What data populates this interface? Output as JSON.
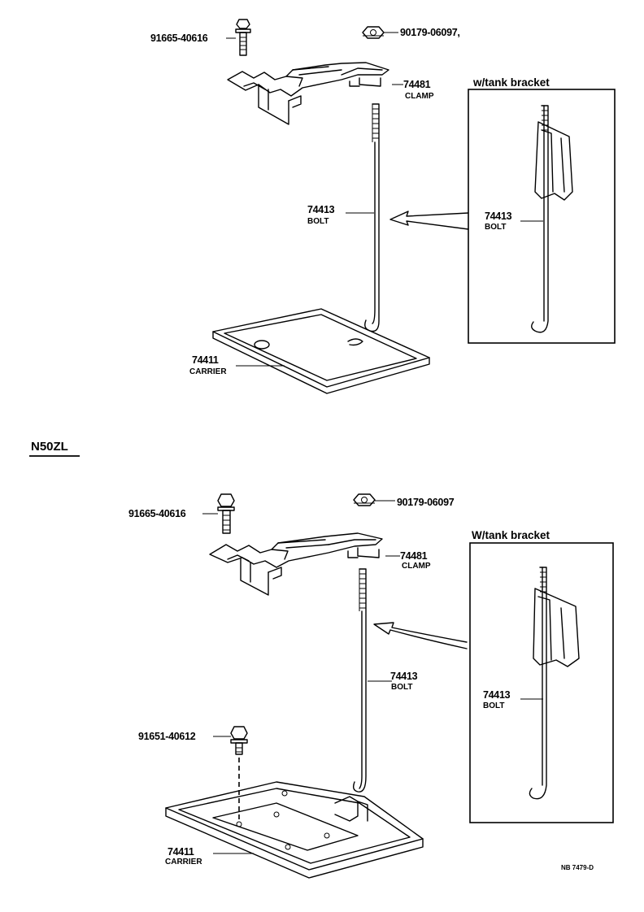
{
  "top": {
    "inset_title": "w/tank bracket",
    "parts": {
      "bolt_small": "91665-40616",
      "nut": "90179-06097,",
      "clamp_no": "74481",
      "clamp_name": "CLAMP",
      "bolt_no": "74413",
      "bolt_name": "BOLT",
      "inset_bolt_no": "74413",
      "inset_bolt_name": "BOLT",
      "carrier_no": "74411",
      "carrier_name": "CARRIER"
    }
  },
  "bottom": {
    "model_code": "N50ZL",
    "inset_title": "W/tank bracket",
    "parts": {
      "bolt_small": "91665-40616",
      "nut": "90179-06097",
      "clamp_no": "74481",
      "clamp_name": "CLAMP",
      "bolt_no": "74413",
      "bolt_name": "BOLT",
      "inset_bolt_no": "74413",
      "inset_bolt_name": "BOLT",
      "carrier_bolt": "91651-40612",
      "carrier_no": "74411",
      "carrier_name": "CARRIER"
    },
    "figure_code": "NB 7479-D"
  }
}
